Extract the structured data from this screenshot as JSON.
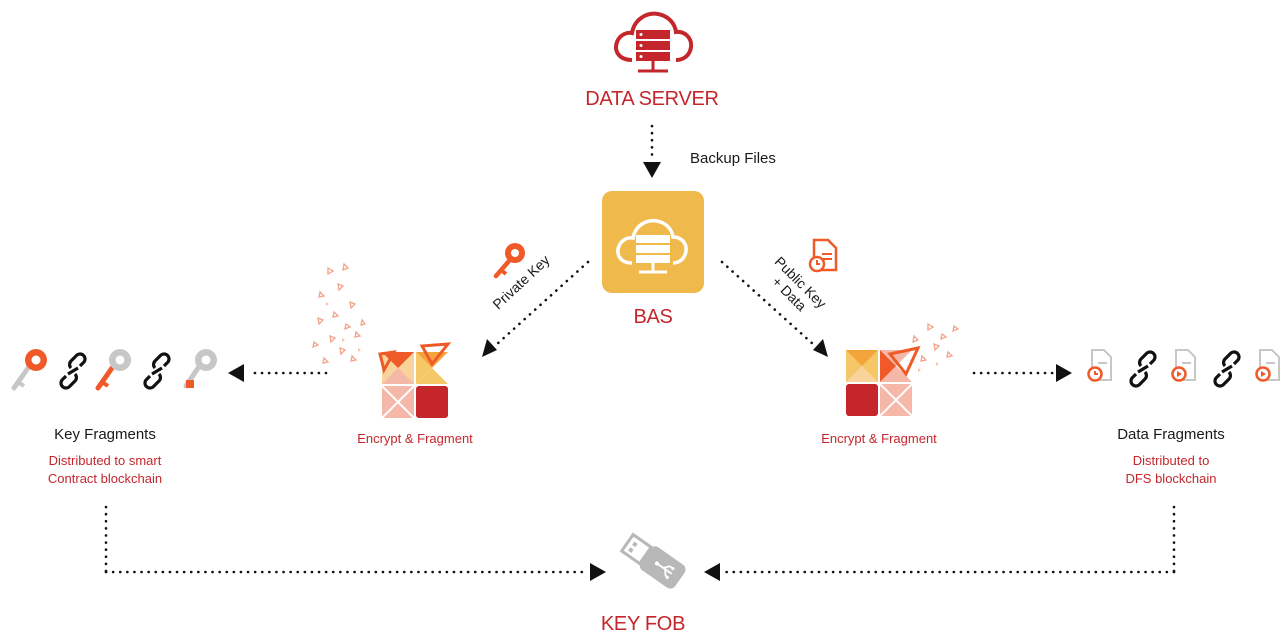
{
  "diagram": {
    "data_server": {
      "title": "DATA SERVER",
      "icon": "cloud-server-icon",
      "color": "#c4262b"
    },
    "backup_label": "Backup Files",
    "bas": {
      "title": "BAS",
      "icon": "cloud-server-icon",
      "box_color": "#f0b94b"
    },
    "private_key_label": "Private Key",
    "public_key_label_line1": "Public Key",
    "public_key_label_line2": "+ Data",
    "encrypt_left_label": "Encrypt & Fragment",
    "encrypt_right_label": "Encrypt & Fragment",
    "key_fragments": {
      "title": "Key Fragments",
      "desc_line1": "Distributed to smart",
      "desc_line2": "Contract blockchain"
    },
    "data_fragments": {
      "title": "Data Fragments",
      "desc_line1": "Distributed to",
      "desc_line2": "DFS blockchain"
    },
    "key_fob": {
      "title": "KEY FOB",
      "icon": "usb-drive-icon"
    },
    "colors": {
      "accent_red": "#c4262b",
      "orange": "#f05a28",
      "gold": "#f0b94b",
      "gray": "#b8b8b8"
    }
  }
}
